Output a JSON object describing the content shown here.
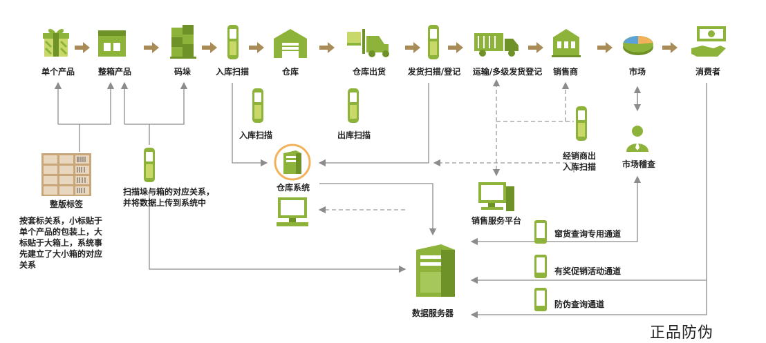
{
  "colors": {
    "icon_green": "#8DB33A",
    "icon_dark": "#6E9128",
    "arrow_brown": "#A88B57",
    "line_gray": "#8C8C8C",
    "dash_gray": "#9A9A9A"
  },
  "top_flow": {
    "single_product": "单个产品",
    "boxed_product": "整箱产品",
    "stacking": "码垛",
    "inbound_scan": "入库扫描",
    "warehouse": "仓库",
    "outbound_shipping": "仓库出货",
    "shipping_scan": "发货扫描/登记",
    "transport": "运输/多级发货登记",
    "distributor": "销售商",
    "market": "市场",
    "consumer": "消费者"
  },
  "mid": {
    "inbound_scan_handheld": "入库扫描",
    "outbound_scan_handheld": "出库扫描",
    "pallet_label": "整版标签",
    "pallet_label_note": "按套标关系，小标贴于\n单个产品的包装上，大\n标贴于大箱上，系统事\n先建立了大小箱的对应\n关系",
    "scan_note": "扫描垛与箱的对应关系，\n并将数据上传到系统中",
    "warehouse_system": "仓库系统",
    "distributor_inbound_scan": "经销商出\n入库扫描",
    "market_inspection": "市场稽查",
    "sales_platform": "销售服务平台",
    "data_server": "数据服务器"
  },
  "channels": {
    "diversion_check": "窜货查询专用通道",
    "promo_activity": "有奖促销活动通道",
    "anti_counterfeit": "防伪查询通道"
  },
  "brand_text": "正品防伪",
  "icons": [
    "gift-icon",
    "box-icon",
    "pallet-stack-icon",
    "handheld-scanner-icon",
    "warehouse-icon",
    "forklift-icon",
    "truck-icon",
    "store-icon",
    "pie-chart-icon",
    "money-hand-icon",
    "server-icon",
    "monitor-icon",
    "person-icon",
    "phone-icon",
    "label-sheet-icon"
  ]
}
